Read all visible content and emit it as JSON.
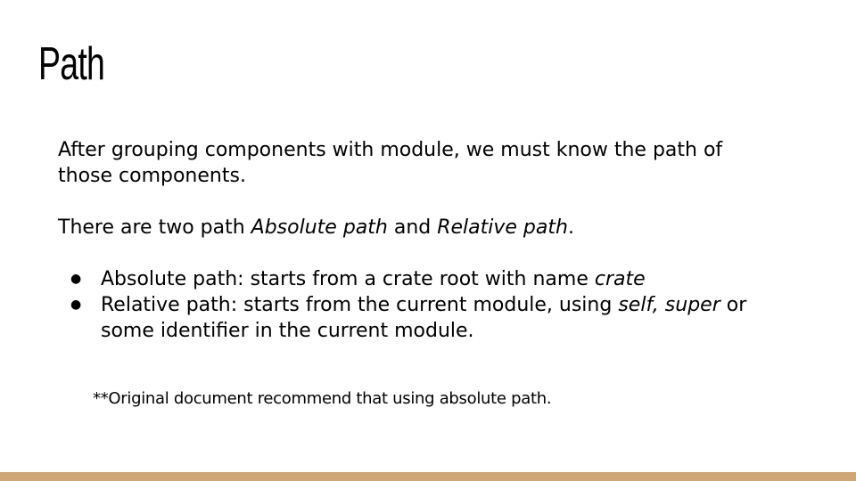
{
  "slide": {
    "title": "Path",
    "intro": "After grouping components with module, we must know the path of those components.",
    "types": {
      "prefix": "There are two path ",
      "absolute": "Absolute path",
      "and": " and ",
      "relative": "Relative path",
      "suffix": "."
    },
    "bullets": [
      {
        "marker": "●",
        "text": "Absolute path: starts from a crate root with name ",
        "italic": "crate"
      },
      {
        "marker": "●",
        "text": "Relative path: starts from the current module, using ",
        "italic1": "self, super",
        "middle": " or some identifier in the current module."
      }
    ],
    "note": "**Original document recommend that using absolute path.",
    "accent_color": "#cfa776"
  }
}
